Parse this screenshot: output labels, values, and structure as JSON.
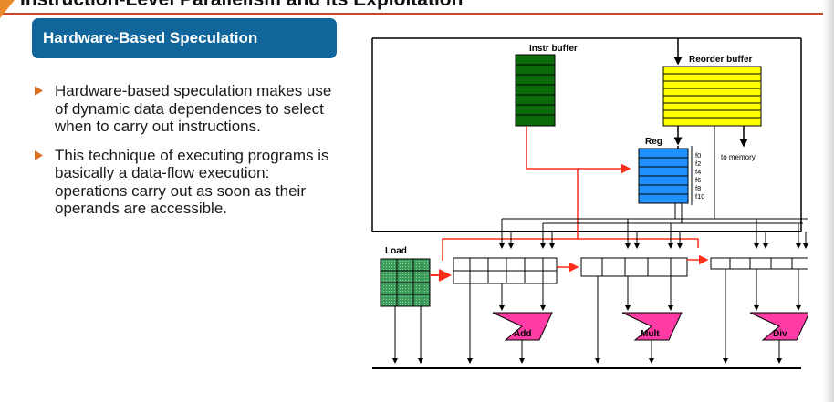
{
  "slide": {
    "title": "Instruction-Level Parallelism and Its Exploitation",
    "section_title": "Hardware-Based Speculation",
    "bullets": [
      "Hardware-based speculation makes use of dynamic data dependences to select when to carry out instructions.",
      "This technique of executing programs is basically a data-flow execution: operations carry out as soon as their operands are accessible."
    ]
  },
  "diagram": {
    "labels": {
      "instr_buffer": "Instr buffer",
      "reorder_buffer": "Reorder buffer",
      "reg": "Reg",
      "to_memory": "to memory",
      "load": "Load",
      "add": "Add",
      "mult": "Mult",
      "div": "Div"
    },
    "registers": [
      "f0",
      "f2",
      "f4",
      "f6",
      "f8",
      "f10"
    ],
    "colors": {
      "instr_buffer": "#0b6b0b",
      "reorder_buffer": "#ffff00",
      "reg": "#1e90ff",
      "load": "#3c9c5c",
      "functional_units": "#ff3ca5",
      "red_bus": "#ff2d1a",
      "header": "#10659a",
      "bullet": "#e07020",
      "title_rule": "#c8472a"
    }
  }
}
